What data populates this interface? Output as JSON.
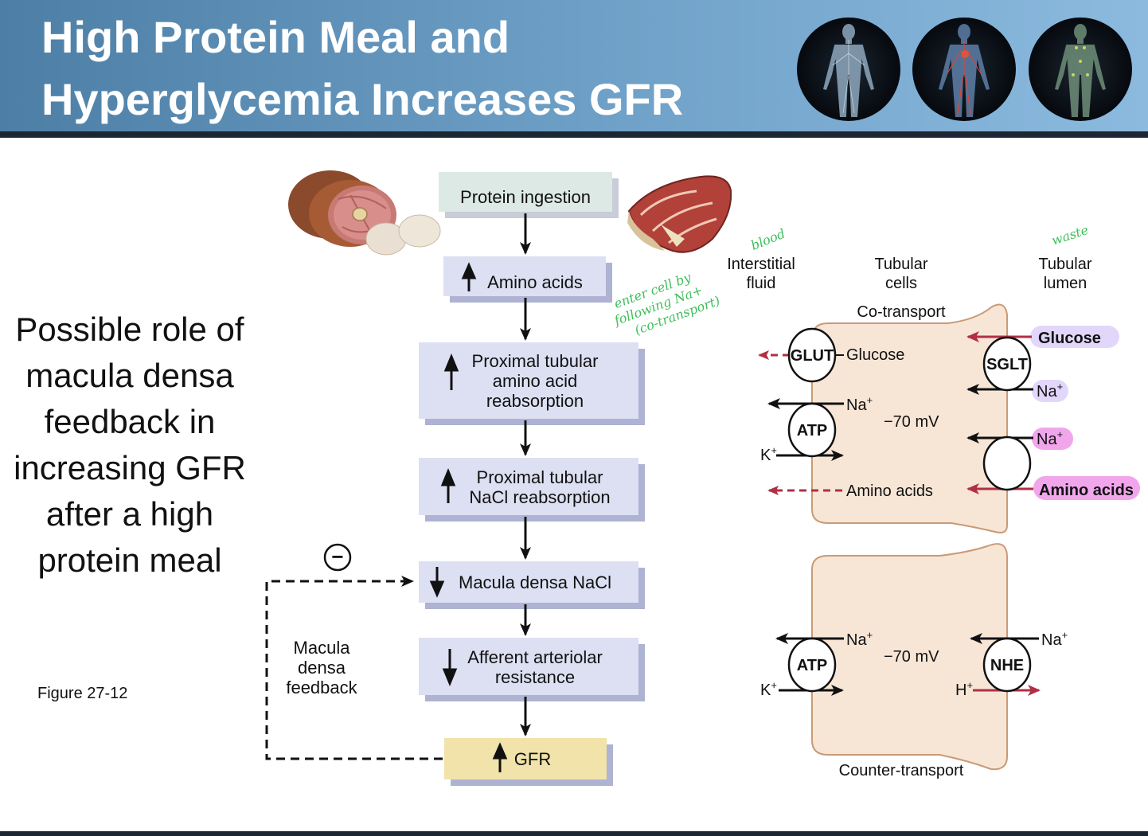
{
  "header": {
    "title_line1": "High Protein Meal and",
    "title_line2": "Hyperglycemia Increases GFR",
    "images": [
      "nervous-system-figure",
      "circulatory-system-figure",
      "lymphatic-system-figure"
    ]
  },
  "side": {
    "lines": [
      "Possible role of",
      "macula densa",
      "feedback in",
      "increasing GFR",
      "after a high",
      "protein meal"
    ],
    "figure_label": "Figure 27-12"
  },
  "flow": {
    "protein_ingestion": "Protein ingestion",
    "amino_acids": "Amino acids",
    "pt_amino": [
      "Proximal tubular",
      "amino acid",
      "reabsorption"
    ],
    "pt_nacl": [
      "Proximal tubular",
      "NaCl reabsorption"
    ],
    "macula_nacl": "Macula densa NaCl",
    "afferent": [
      "Afferent arteriolar",
      "resistance"
    ],
    "gfr": "GFR",
    "feedback_label": [
      "Macula",
      "densa",
      "feedback"
    ],
    "minus_sign": "−"
  },
  "notes": {
    "enter_cell": [
      "enter cell by",
      "following Na+",
      "(co-transport)"
    ],
    "blood": "blood",
    "waste": "waste"
  },
  "cell": {
    "col_interstitial": [
      "Interstitial",
      "fluid"
    ],
    "col_tubular_cells": [
      "Tubular",
      "cells"
    ],
    "col_tubular_lumen": [
      "Tubular",
      "lumen"
    ],
    "cotransport": "Co-transport",
    "countertransport": "Counter-transport",
    "glut": "GLUT",
    "sglt": "SGLT",
    "atp": "ATP",
    "nhe": "NHE",
    "glucose": "Glucose",
    "glucose_lumen": "Glucose",
    "amino_acids": "Amino acids",
    "amino_acids_lumen": "Amino acids",
    "na": "Na",
    "k": "K",
    "h": "H",
    "plus": "+",
    "voltage": "−70 mV"
  },
  "colors": {
    "header_blue": "#5f8fb6",
    "flow_box": "#dde0f3",
    "flow_shadow": "#aeb3d3",
    "protein_box": "#dde9e4",
    "gfr_box": "#f1e3a9",
    "cell_fill": "#f7e6d6",
    "cell_border": "#c99a77",
    "lavender": "#e2d7fb",
    "pink": "#f1a6ec",
    "red_arrow": "#b02f45",
    "note_green": "#3fbf5a"
  }
}
